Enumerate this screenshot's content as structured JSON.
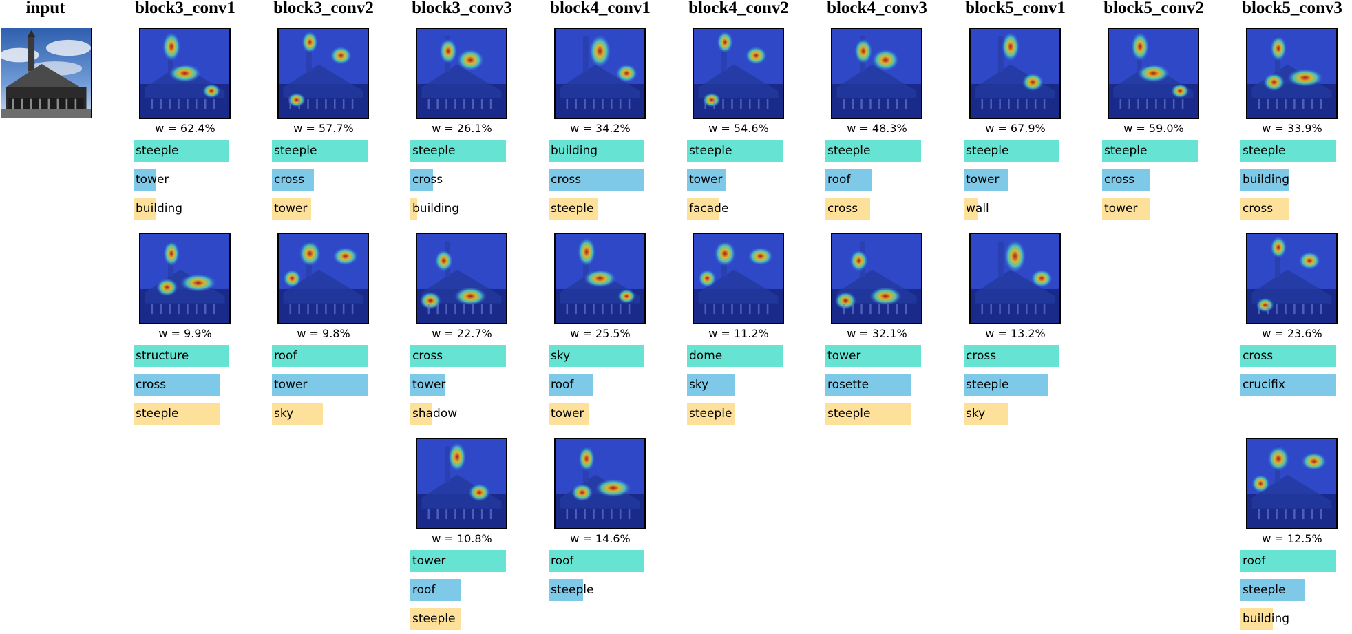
{
  "input_title": "input",
  "weight_prefix": "w = ",
  "colors": {
    "rank1": "#66e3d2",
    "rank2": "#7ec8e8",
    "rank3": "#fde09a"
  },
  "columns": [
    {
      "title": "block3_conv1",
      "units": [
        {
          "weight": "62.4%",
          "labels": [
            {
              "text": "steeple",
              "score": 1.0
            },
            {
              "text": "tower",
              "score": 0.24
            },
            {
              "text": "building",
              "score": 0.23
            }
          ]
        },
        {
          "weight": "9.9%",
          "labels": [
            {
              "text": "structure",
              "score": 1.0
            },
            {
              "text": "cross",
              "score": 0.9
            },
            {
              "text": "steeple",
              "score": 0.9
            }
          ]
        }
      ]
    },
    {
      "title": "block3_conv2",
      "units": [
        {
          "weight": "57.7%",
          "labels": [
            {
              "text": "steeple",
              "score": 1.0
            },
            {
              "text": "cross",
              "score": 0.44
            },
            {
              "text": "tower",
              "score": 0.41
            }
          ]
        },
        {
          "weight": "9.8%",
          "labels": [
            {
              "text": "roof",
              "score": 1.0
            },
            {
              "text": "tower",
              "score": 1.0
            },
            {
              "text": "sky",
              "score": 0.53
            }
          ]
        }
      ]
    },
    {
      "title": "block3_conv3",
      "units": [
        {
          "weight": "26.1%",
          "labels": [
            {
              "text": "steeple",
              "score": 1.0
            },
            {
              "text": "cross",
              "score": 0.24
            },
            {
              "text": "building",
              "score": 0.07
            }
          ]
        },
        {
          "weight": "22.7%",
          "labels": [
            {
              "text": "cross",
              "score": 1.0
            },
            {
              "text": "tower",
              "score": 0.37
            },
            {
              "text": "shadow",
              "score": 0.22
            }
          ]
        },
        {
          "weight": "10.8%",
          "labels": [
            {
              "text": "tower",
              "score": 1.0
            },
            {
              "text": "roof",
              "score": 0.53
            },
            {
              "text": "steeple",
              "score": 0.53
            }
          ]
        }
      ]
    },
    {
      "title": "block4_conv1",
      "units": [
        {
          "weight": "34.2%",
          "labels": [
            {
              "text": "building",
              "score": 1.0
            },
            {
              "text": "cross",
              "score": 1.0
            },
            {
              "text": "steeple",
              "score": 0.52
            }
          ]
        },
        {
          "weight": "25.5%",
          "labels": [
            {
              "text": "sky",
              "score": 1.0
            },
            {
              "text": "roof",
              "score": 0.47
            },
            {
              "text": "tower",
              "score": 0.42
            }
          ]
        },
        {
          "weight": "14.6%",
          "labels": [
            {
              "text": "roof",
              "score": 1.0
            },
            {
              "text": "steeple",
              "score": 0.36
            }
          ]
        }
      ]
    },
    {
      "title": "block4_conv2",
      "units": [
        {
          "weight": "54.6%",
          "labels": [
            {
              "text": "steeple",
              "score": 1.0
            },
            {
              "text": "tower",
              "score": 0.41
            },
            {
              "text": "facade",
              "score": 0.33
            }
          ]
        },
        {
          "weight": "11.2%",
          "labels": [
            {
              "text": "dome",
              "score": 1.0
            },
            {
              "text": "sky",
              "score": 0.5
            },
            {
              "text": "steeple",
              "score": 0.5
            }
          ]
        }
      ]
    },
    {
      "title": "block4_conv3",
      "units": [
        {
          "weight": "48.3%",
          "labels": [
            {
              "text": "steeple",
              "score": 1.0
            },
            {
              "text": "roof",
              "score": 0.48
            },
            {
              "text": "cross",
              "score": 0.47
            }
          ]
        },
        {
          "weight": "32.1%",
          "labels": [
            {
              "text": "tower",
              "score": 1.0
            },
            {
              "text": "rosette",
              "score": 0.9
            },
            {
              "text": "steeple",
              "score": 0.9
            }
          ]
        }
      ]
    },
    {
      "title": "block5_conv1",
      "units": [
        {
          "weight": "67.9%",
          "labels": [
            {
              "text": "steeple",
              "score": 1.0
            },
            {
              "text": "tower",
              "score": 0.47
            },
            {
              "text": "wall",
              "score": 0.15
            }
          ]
        },
        {
          "weight": "13.2%",
          "labels": [
            {
              "text": "cross",
              "score": 1.0
            },
            {
              "text": "steeple",
              "score": 0.88
            },
            {
              "text": "sky",
              "score": 0.47
            }
          ]
        }
      ]
    },
    {
      "title": "block5_conv2",
      "units": [
        {
          "weight": "59.0%",
          "labels": [
            {
              "text": "steeple",
              "score": 1.0
            },
            {
              "text": "cross",
              "score": 0.5
            },
            {
              "text": "tower",
              "score": 0.5
            }
          ]
        }
      ]
    },
    {
      "title": "block5_conv3",
      "units": [
        {
          "weight": "33.9%",
          "labels": [
            {
              "text": "steeple",
              "score": 1.0
            },
            {
              "text": "building",
              "score": 0.5
            },
            {
              "text": "cross",
              "score": 0.5
            }
          ]
        },
        {
          "weight": "23.6%",
          "labels": [
            {
              "text": "cross",
              "score": 1.0
            },
            {
              "text": "crucifix",
              "score": 1.0
            }
          ]
        },
        {
          "weight": "12.5%",
          "labels": [
            {
              "text": "roof",
              "score": 1.0
            },
            {
              "text": "steeple",
              "score": 0.67
            },
            {
              "text": "building",
              "score": 0.34
            }
          ]
        }
      ]
    }
  ]
}
